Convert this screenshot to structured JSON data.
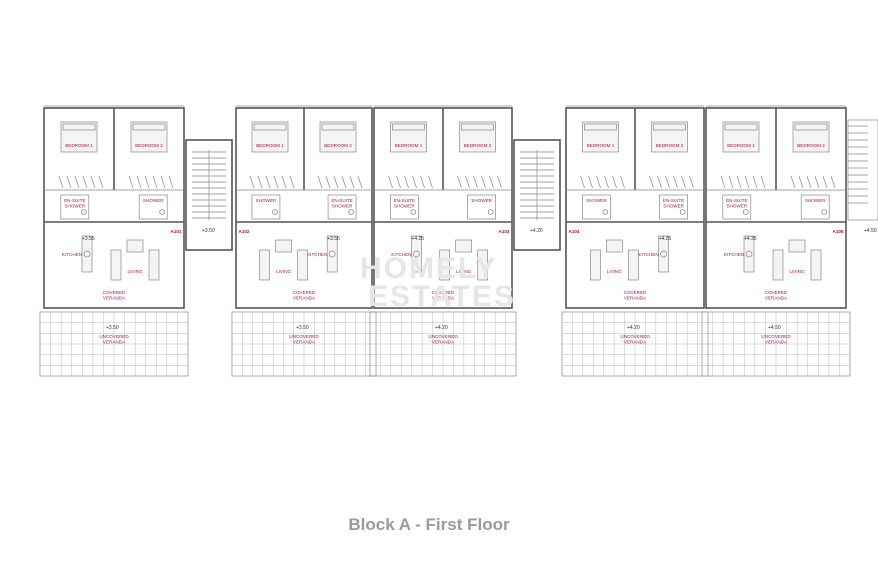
{
  "caption": "Block A - First Floor",
  "watermark": [
    "HOMELY",
    "ESTATES"
  ],
  "colors": {
    "room_label": "#b0104a",
    "caption": "#9a9a9a",
    "walls": "#555555"
  },
  "apartments": [
    {
      "id": "A101",
      "bedrooms": [
        "BEDROOM 1",
        "BEDROOM 2"
      ],
      "baths": [
        "EN-SUITE SHOWER",
        "SHOWER"
      ],
      "kitchen": "KITCHEN",
      "living": "LIVING",
      "covered": "COVERED VERANDA",
      "uncovered": "UNCOVERED VERANDA",
      "lvl_inner": "+3.55",
      "lvl_veranda": "+3.50",
      "lvl_side": "+3.50"
    },
    {
      "id": "A102",
      "bedrooms": [
        "BEDROOM 1",
        "BEDROOM 2"
      ],
      "baths": [
        "SHOWER",
        "EN-SUITE SHOWER"
      ],
      "kitchen": "KITCHEN",
      "living": "LIVING",
      "covered": "COVERED VERANDA",
      "uncovered": "UNCOVERED VERANDA",
      "lvl_inner": "+3.55",
      "lvl_veranda": "+3.50",
      "lvl_side": ""
    },
    {
      "id": "A103",
      "bedrooms": [
        "BEDROOM 1",
        "BEDROOM 2"
      ],
      "baths": [
        "EN-SUITE SHOWER",
        "SHOWER"
      ],
      "kitchen": "KITCHEN",
      "living": "LIVING",
      "covered": "COVERED VERANDA",
      "uncovered": "UNCOVERED VERANDA",
      "lvl_inner": "+4.25",
      "lvl_veranda": "+4.20",
      "lvl_side": "+4.20"
    },
    {
      "id": "A104",
      "bedrooms": [
        "BEDROOM 1",
        "BEDROOM 2"
      ],
      "baths": [
        "SHOWER",
        "EN-SUITE SHOWER"
      ],
      "kitchen": "KITCHEN",
      "living": "LIVING",
      "covered": "COVERED VERANDA",
      "uncovered": "UNCOVERED VERANDA",
      "lvl_inner": "+4.25",
      "lvl_veranda": "+4.20",
      "lvl_side": ""
    },
    {
      "id": "A105",
      "bedrooms": [
        "BEDROOM 1",
        "BEDROOM 2"
      ],
      "baths": [
        "EN-SUITE SHOWER",
        "SHOWER"
      ],
      "kitchen": "KITCHEN",
      "living": "LIVING",
      "covered": "COVERED VERANDA",
      "uncovered": "UNCOVERED VERANDA",
      "lvl_inner": "+4.35",
      "lvl_veranda": "+4.50",
      "lvl_side": "+4.50"
    }
  ]
}
